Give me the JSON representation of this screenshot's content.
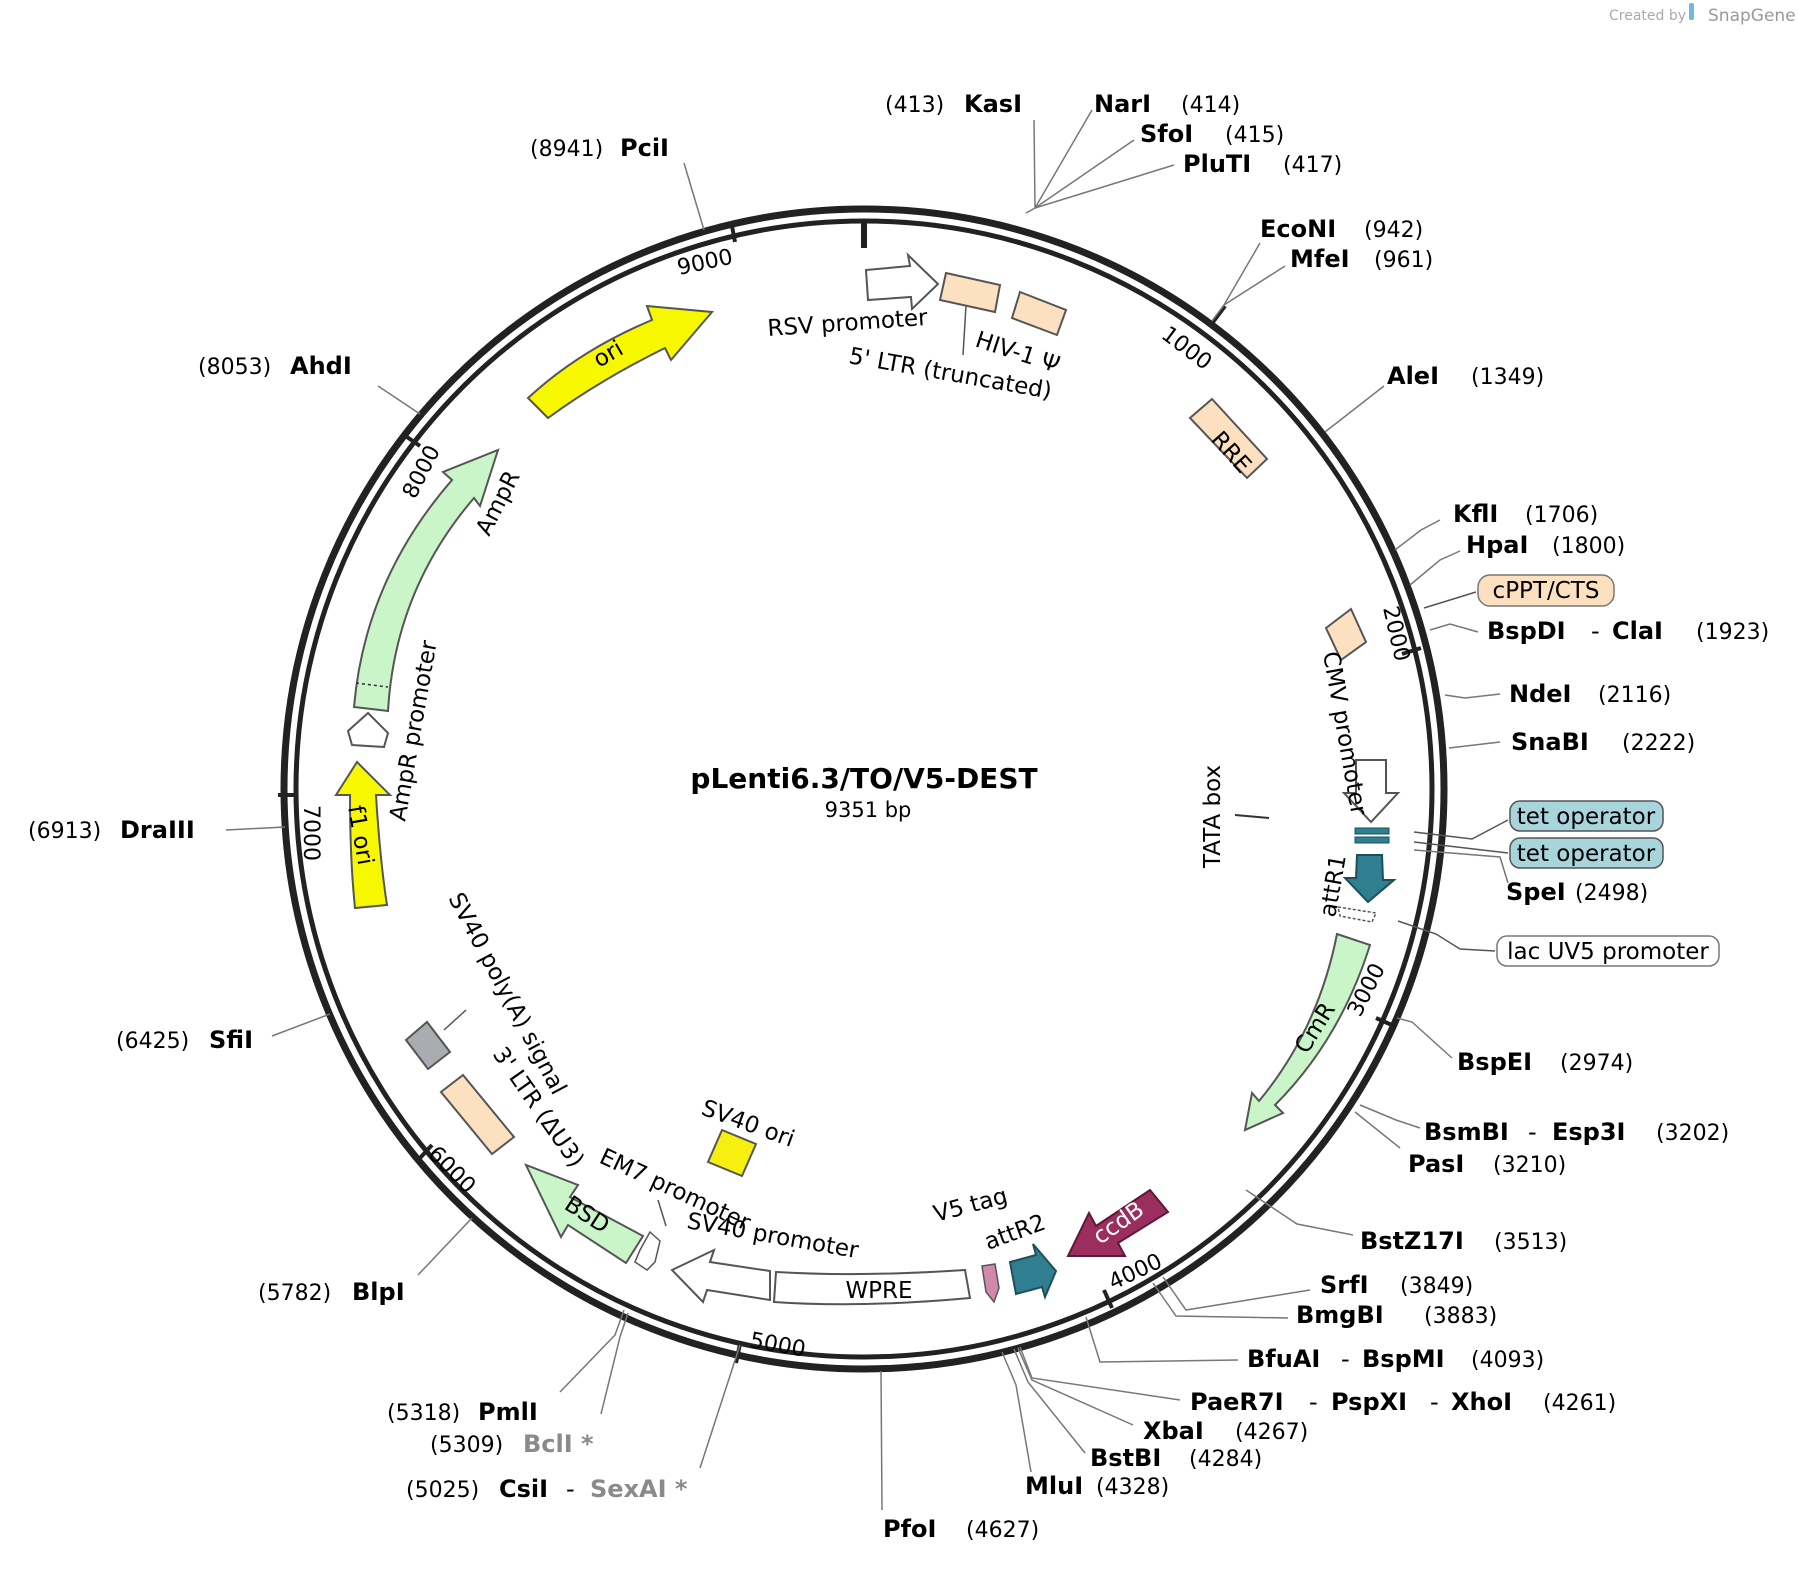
{
  "credit": {
    "prefix": "Created by",
    "brand": "SnapGene"
  },
  "plasmid": {
    "name": "pLenti6.3/TO/V5-DEST",
    "length_label": "9351 bp",
    "length": 9351
  },
  "ticks": [
    {
      "pos": 1000,
      "label": "1000"
    },
    {
      "pos": 2000,
      "label": "2000"
    },
    {
      "pos": 3000,
      "label": "3000"
    },
    {
      "pos": 4000,
      "label": "4000"
    },
    {
      "pos": 5000,
      "label": "5000"
    },
    {
      "pos": 6000,
      "label": "6000"
    },
    {
      "pos": 7000,
      "label": "7000"
    },
    {
      "pos": 8000,
      "label": "8000"
    },
    {
      "pos": 9000,
      "label": "9000"
    }
  ],
  "features": [
    {
      "label": "RSV promoter",
      "color": "#ffffff"
    },
    {
      "label": "5' LTR (truncated)",
      "color": "#fde0c0"
    },
    {
      "label": "HIV-1 Ψ",
      "color": "#fde0c0"
    },
    {
      "label": "RRE",
      "color": "#fde0c0"
    },
    {
      "label": "cPPT/CTS",
      "color": "#fde0c0"
    },
    {
      "label": "CMV promoter",
      "color": "#ffffff"
    },
    {
      "label": "TATA box",
      "color": "#ffffff"
    },
    {
      "label": "tet operator",
      "color": "#a8d4dc"
    },
    {
      "label": "tet operator",
      "color": "#a8d4dc"
    },
    {
      "label": "attR1",
      "color": "#2f7f91"
    },
    {
      "label": "lac UV5 promoter",
      "color": "#ffffff"
    },
    {
      "label": "CmR",
      "color": "#c9f5c9"
    },
    {
      "label": "ccdB",
      "color": "#9b2e5e"
    },
    {
      "label": "attR2",
      "color": "#2f7f91"
    },
    {
      "label": "V5 tag",
      "color": "#d08aa8"
    },
    {
      "label": "WPRE",
      "color": "#ffffff"
    },
    {
      "label": "SV40 promoter",
      "color": "#ffffff"
    },
    {
      "label": "SV40 ori",
      "color": "#f7ef10"
    },
    {
      "label": "EM7 promoter",
      "color": "#ffffff"
    },
    {
      "label": "BSD",
      "color": "#c9f5c9"
    },
    {
      "label": "3' LTR (ΔU3)",
      "color": "#fde0c0"
    },
    {
      "label": "SV40 poly(A) signal",
      "color": "#a9adb2"
    },
    {
      "label": "f1 ori",
      "color": "#f7f700"
    },
    {
      "label": "AmpR promoter",
      "color": "#ffffff"
    },
    {
      "label": "AmpR",
      "color": "#c9f5c9"
    },
    {
      "label": "ori",
      "color": "#f7f700"
    }
  ],
  "sites": [
    {
      "name": "KasI",
      "pos_label": "(413)"
    },
    {
      "name": "NarI",
      "pos_label": "(414)"
    },
    {
      "name": "SfoI",
      "pos_label": "(415)"
    },
    {
      "name": "PluTI",
      "pos_label": "(417)"
    },
    {
      "name": "EcoNI",
      "pos_label": "(942)"
    },
    {
      "name": "MfeI",
      "pos_label": "(961)"
    },
    {
      "name": "AleI",
      "pos_label": "(1349)"
    },
    {
      "name": "KflI",
      "pos_label": "(1706)"
    },
    {
      "name": "HpaI",
      "pos_label": "(1800)"
    },
    {
      "name": "BspDI",
      "name2": "ClaI",
      "pos_label": "(1923)"
    },
    {
      "name": "NdeI",
      "pos_label": "(2116)"
    },
    {
      "name": "SnaBI",
      "pos_label": "(2222)"
    },
    {
      "name": "SpeI",
      "pos_label": "(2498)"
    },
    {
      "name": "BspEI",
      "pos_label": "(2974)"
    },
    {
      "name": "BsmBI",
      "name2": "Esp3I",
      "pos_label": "(3202)"
    },
    {
      "name": "PasI",
      "pos_label": "(3210)"
    },
    {
      "name": "BstZ17I",
      "pos_label": "(3513)"
    },
    {
      "name": "SrfI",
      "pos_label": "(3849)"
    },
    {
      "name": "BmgBI",
      "pos_label": "(3883)"
    },
    {
      "name": "BfuAI",
      "name2": "BspMI",
      "pos_label": "(4093)"
    },
    {
      "name": "PaeR7I",
      "name2": "PspXI",
      "name3": "XhoI",
      "pos_label": "(4261)"
    },
    {
      "name": "XbaI",
      "pos_label": "(4267)"
    },
    {
      "name": "BstBI",
      "pos_label": "(4284)"
    },
    {
      "name": "MluI",
      "pos_label": "(4328)"
    },
    {
      "name": "PfoI",
      "pos_label": "(4627)"
    },
    {
      "name": "CsiI",
      "name2": "SexAI *",
      "pos_label": "(5025)"
    },
    {
      "name": "BclI *",
      "pos_label": "(5309)"
    },
    {
      "name": "PmlI",
      "pos_label": "(5318)"
    },
    {
      "name": "BlpI",
      "pos_label": "(5782)"
    },
    {
      "name": "SfiI",
      "pos_label": "(6425)"
    },
    {
      "name": "DraIII",
      "pos_label": "(6913)"
    },
    {
      "name": "AhdI",
      "pos_label": "(8053)"
    },
    {
      "name": "PciI",
      "pos_label": "(8941)"
    }
  ]
}
